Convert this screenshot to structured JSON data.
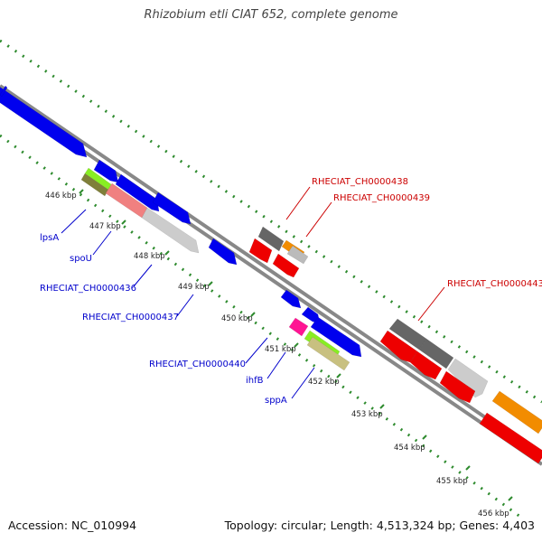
{
  "title": "Rhizobium etli CIAT 652, complete genome",
  "accession_text": "Accession: NC_010994",
  "summary_text": "Topology: circular; Length: 4,513,324 bp; Genes: 4,403",
  "colors": {
    "backbone": "#888888",
    "tick_dots": "#2e8b2e",
    "label_forward": "#0000cc",
    "label_reverse": "#cc0000"
  },
  "ticks": [
    "446 kbp",
    "447 kbp",
    "448 kbp",
    "449 kbp",
    "450 kbp",
    "451 kbp",
    "452 kbp",
    "453 kbp",
    "454 kbp",
    "455 kbp",
    "456 kbp"
  ],
  "labels": {
    "lpsA": "lpsA",
    "spoU": "spoU",
    "ch436": "RHECIAT_CH0000436",
    "ch437": "RHECIAT_CH0000437",
    "ch438": "RHECIAT_CH0000438",
    "ch439": "RHECIAT_CH0000439",
    "ch440": "RHECIAT_CH0000440",
    "ihfB": "ihfB",
    "sppA": "sppA",
    "ch443": "RHECIAT_CH0000443"
  },
  "genes": [
    {
      "id": "g1",
      "color": "#0000ee"
    },
    {
      "id": "g2",
      "color": "#0000ee"
    },
    {
      "id": "g3",
      "color": "#0000ee"
    },
    {
      "id": "g4",
      "color": "#0000ee"
    },
    {
      "id": "g5",
      "color": "#0000ee"
    },
    {
      "id": "g6",
      "color": "#7f7f3a"
    },
    {
      "id": "g7",
      "color": "#88ee22"
    },
    {
      "id": "g8",
      "color": "#f08080"
    },
    {
      "id": "g9",
      "color": "#cccccc"
    },
    {
      "id": "g10",
      "color": "#0000ee"
    },
    {
      "id": "g11",
      "color": "#666666"
    },
    {
      "id": "g12",
      "color": "#f28c00"
    },
    {
      "id": "g13",
      "color": "#bbbbbb"
    },
    {
      "id": "g14",
      "color": "#ee0000"
    },
    {
      "id": "g15",
      "color": "#ee0000"
    },
    {
      "id": "g16",
      "color": "#0000ee"
    },
    {
      "id": "g17",
      "color": "#0000ee"
    },
    {
      "id": "g18",
      "color": "#ff1493"
    },
    {
      "id": "g19",
      "color": "#0000ee"
    },
    {
      "id": "g20",
      "color": "#88ee22"
    },
    {
      "id": "g21",
      "color": "#c8c080"
    },
    {
      "id": "g22",
      "color": "#666666"
    },
    {
      "id": "g23",
      "color": "#666666"
    },
    {
      "id": "g24",
      "color": "#cccccc"
    },
    {
      "id": "g25",
      "color": "#ee0000"
    },
    {
      "id": "g26",
      "color": "#ee0000"
    },
    {
      "id": "g27",
      "color": "#ee0000"
    },
    {
      "id": "g28",
      "color": "#f28c00"
    },
    {
      "id": "g29",
      "color": "#ee0000"
    }
  ]
}
